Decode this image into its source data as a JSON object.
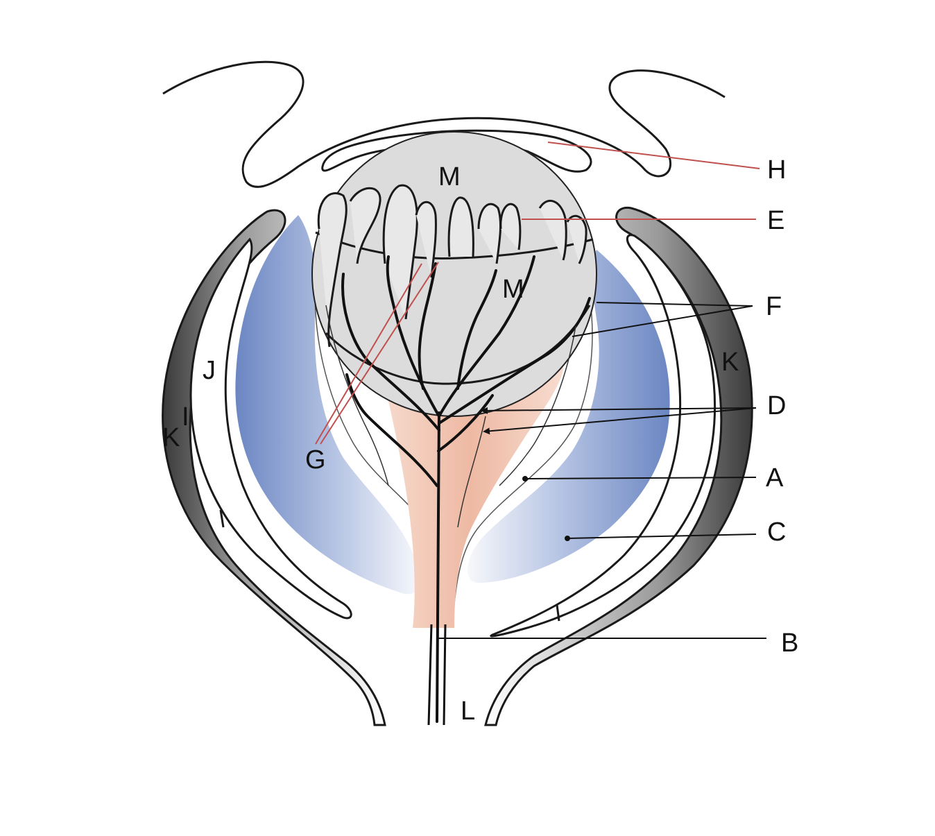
{
  "labels": {
    "A": "A",
    "B": "B",
    "C": "C",
    "D": "D",
    "E": "E",
    "F": "F",
    "G": "G",
    "H": "H",
    "I": "I",
    "J": "J",
    "K": "K",
    "L": "L",
    "M": "M"
  },
  "colors": {
    "outline": "#1a1a1a",
    "cavity_blue": "#6b86c2",
    "stalk_peach": "#eeb9a3",
    "head_gray": "#dcdcdc",
    "leader_red": "#c0504d",
    "leader_black": "#111111"
  }
}
